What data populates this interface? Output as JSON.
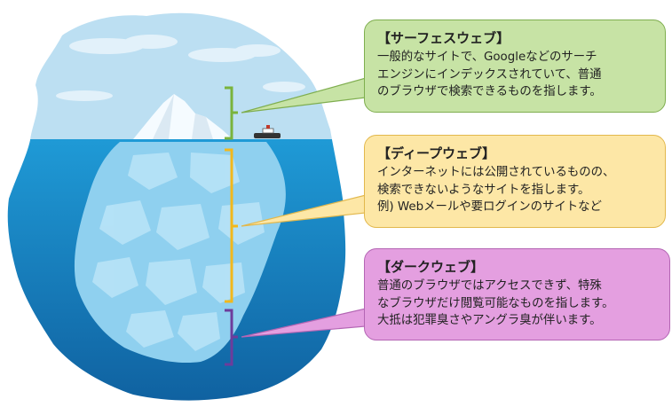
{
  "diagram": {
    "layers": [
      {
        "key": "surface",
        "title": "【サーフェスウェブ】",
        "lines": [
          "一般的なサイトで、Googleなどのサーチ",
          "エンジンにインデックスされていて、普通",
          "のブラウザで検索できるものを指します。"
        ],
        "fill": "#c7e3a5",
        "border": "#7fae4f",
        "bracket_color": "#7ab33c"
      },
      {
        "key": "deep",
        "title": "【ディープウェブ】",
        "lines": [
          "インターネットには公開されているものの、",
          "検索できないようなサイトを指します。",
          "例) Webメールや要ログインのサイトなど"
        ],
        "fill": "#fde7a6",
        "border": "#e2b84d",
        "bracket_color": "#f2b81c"
      },
      {
        "key": "dark",
        "title": "【ダークウェブ】",
        "lines": [
          "普通のブラウザではアクセスできず、特殊",
          "なブラウザだけ閲覧可能なものを指します。",
          "大抵は犯罪臭さやアングラ臭が伴います。"
        ],
        "fill": "#e49fe0",
        "border": "#b466b4",
        "bracket_color": "#6d3c9c"
      }
    ],
    "colors": {
      "sky": "#bcdff2",
      "sea_top": "#1f9ad6",
      "sea_bottom": "#0f5f9e",
      "ice_above": "#f5fbff",
      "ice_under": "#8fd0ef"
    }
  }
}
